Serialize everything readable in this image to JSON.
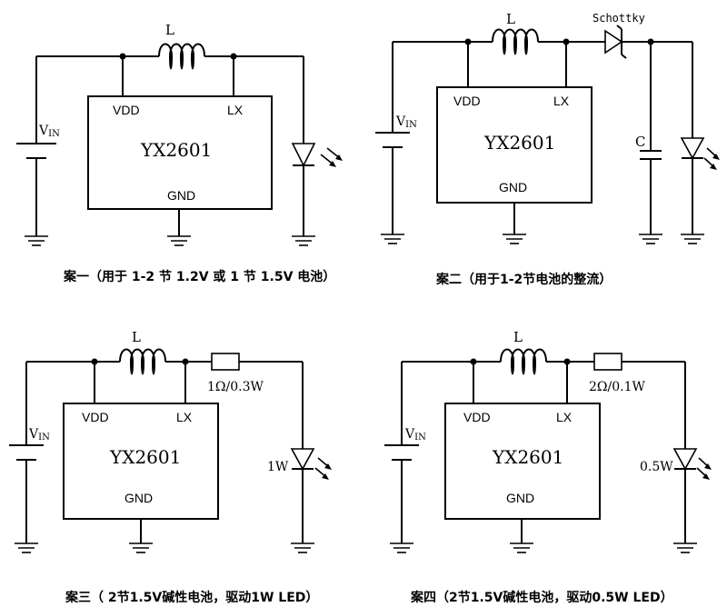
{
  "chip": {
    "name": "YX2601",
    "vdd": "VDD",
    "lx": "LX",
    "gnd": "GND"
  },
  "labels": {
    "inductor": "L",
    "vin_main": "V",
    "vin_sub": "IN",
    "schottky": "Schottky",
    "capacitor": "C",
    "resistor3": "1Ω/0.3W",
    "resistor4": "2Ω/0.1W",
    "led3": "1W",
    "led4": "0.5W"
  },
  "captions": {
    "case1": "案一（用于 1-2 节 1.2V 或 1 节 1.5V 电池）",
    "case2": "案二（用于1-2节电池的整流）",
    "case3": "案三（ 2节1.5V碱性电池，驱动1W LED）",
    "case4": "案四（2节1.5V碱性电池，驱动0.5W LED）"
  }
}
